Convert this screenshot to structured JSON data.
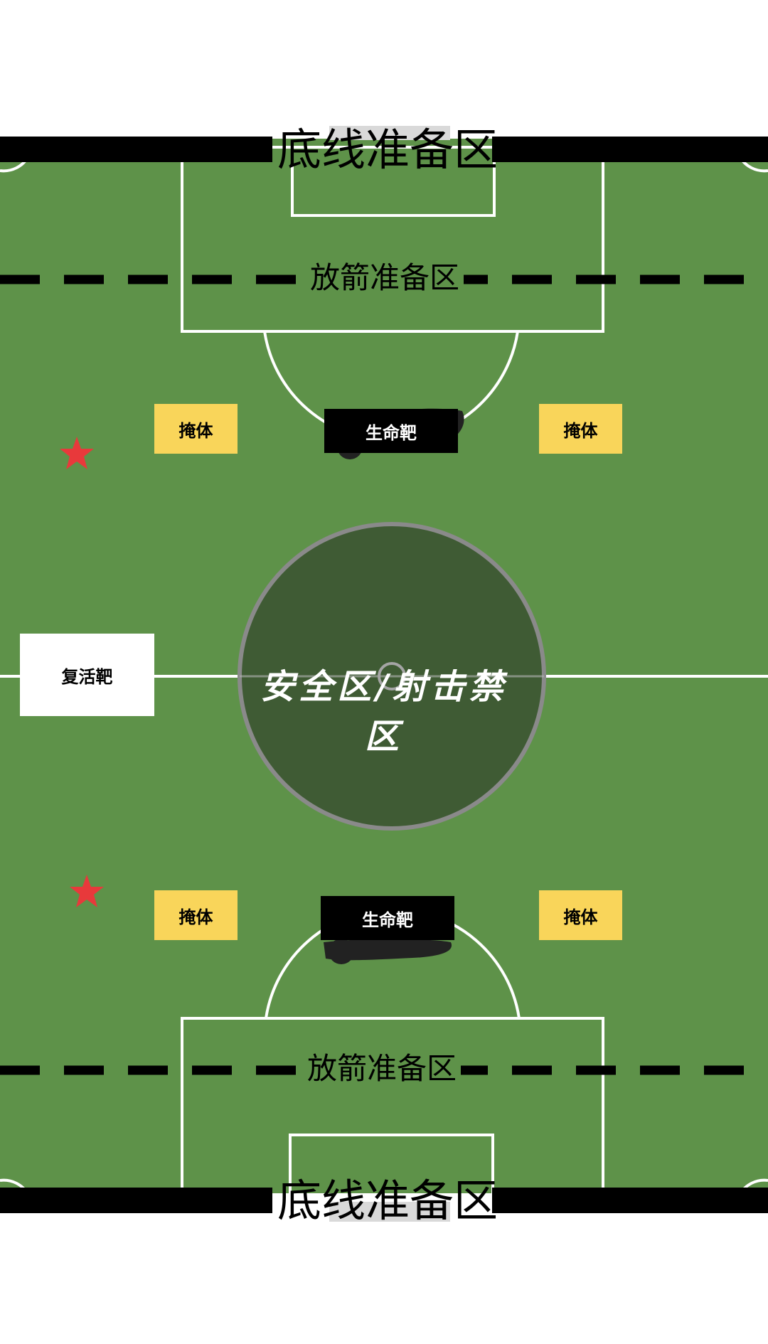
{
  "zones": {
    "top_baseline": "底线准备区",
    "bottom_baseline": "底线准备区",
    "top_arrow": "放箭准备区",
    "bottom_arrow": "放箭准备区",
    "safe_zone": "安全区/射击禁区"
  },
  "markers": {
    "cover_tl": "掩体",
    "cover_tr": "掩体",
    "cover_bl": "掩体",
    "cover_br": "掩体",
    "life_top": "生命靶",
    "life_bottom": "生命靶",
    "revive": "复活靶"
  },
  "colors": {
    "grass": "#5e9249",
    "safe_zone": "#3f5b34",
    "cover": "#f9d55a",
    "star": "#e8393b"
  }
}
